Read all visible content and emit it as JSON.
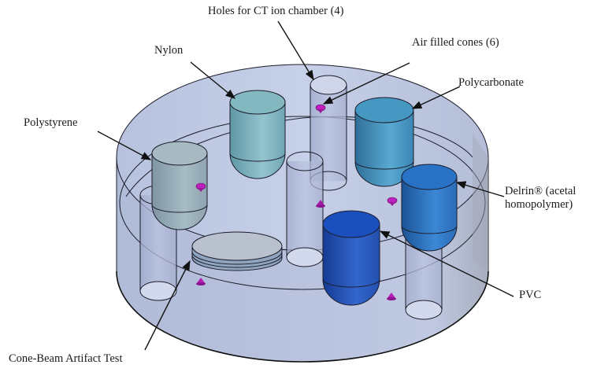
{
  "figure": {
    "type": "annotated-3d-illustration",
    "subject": "cylindrical phantom with material inserts",
    "colors": {
      "phantom_body": "#c3cde6",
      "phantom_side": "#b8c3df",
      "hole": "#aeb9d8",
      "air_cone": "#c01fc0",
      "polystyrene": "#a9bcc4",
      "nylon": "#86b9c2",
      "polycarbonate": "#4799c2",
      "delrin": "#2b74c8",
      "pvc": "#1a52c0",
      "artifact_disk": "#b8c1cf"
    }
  },
  "labels": {
    "holes_ct": "Holes for CT ion chamber (4)",
    "nylon": "Nylon",
    "air_cones": "Air filled cones (6)",
    "polycarbonate": "Polycarbonate",
    "polystyrene": "Polystyrene",
    "delrin_line1": "Delrin® (acetal",
    "delrin_line2": "homopolymer)",
    "pvc": "PVC",
    "cone_beam": "Cone-Beam Artifact Test"
  }
}
